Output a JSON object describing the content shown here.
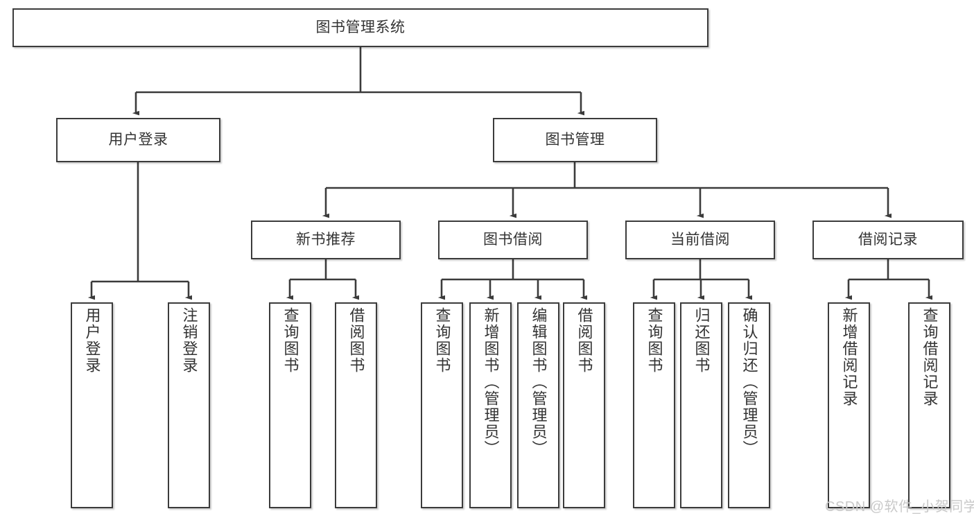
{
  "diagram": {
    "type": "tree-hierarchy-chart",
    "title": "图书管理系统",
    "style": {
      "box_border_color": "#3b3b3b",
      "box_fill_color": "#ffffff",
      "text_color": "#333333",
      "connector_color": "#3b3b3b",
      "background_color": "#ffffff",
      "watermark_color": "#c9c9c9"
    },
    "watermark": "CSDN @软件_小贺同学",
    "levels": [
      {
        "level": 1,
        "nodes": [
          {
            "id": "root",
            "label": "图书管理系统",
            "orientation": "horizontal"
          }
        ]
      },
      {
        "level": 2,
        "nodes": [
          {
            "id": "login",
            "label": "用户登录",
            "orientation": "horizontal",
            "parent": "root"
          },
          {
            "id": "bookmgmt",
            "label": "图书管理",
            "orientation": "horizontal",
            "parent": "root"
          }
        ]
      },
      {
        "level": 3,
        "nodes": [
          {
            "id": "newbook",
            "label": "新书推荐",
            "orientation": "horizontal",
            "parent": "bookmgmt"
          },
          {
            "id": "borrow",
            "label": "图书借阅",
            "orientation": "horizontal",
            "parent": "bookmgmt"
          },
          {
            "id": "current",
            "label": "当前借阅",
            "orientation": "horizontal",
            "parent": "bookmgmt"
          },
          {
            "id": "records",
            "label": "借阅记录",
            "orientation": "horizontal",
            "parent": "bookmgmt"
          }
        ]
      },
      {
        "level": 4,
        "nodes": [
          {
            "id": "leaf1",
            "label": "用户登录",
            "orientation": "vertical",
            "parent": "login"
          },
          {
            "id": "leaf2",
            "label": "注销登录",
            "orientation": "vertical",
            "parent": "login"
          },
          {
            "id": "leaf3",
            "label": "查询图书",
            "orientation": "vertical",
            "parent": "newbook"
          },
          {
            "id": "leaf4",
            "label": "借阅图书",
            "orientation": "vertical",
            "parent": "newbook"
          },
          {
            "id": "leaf5",
            "label": "查询图书",
            "orientation": "vertical",
            "parent": "borrow"
          },
          {
            "id": "leaf6",
            "label": "新增图书（管理员）",
            "orientation": "vertical",
            "parent": "borrow"
          },
          {
            "id": "leaf7",
            "label": "编辑图书（管理员）",
            "orientation": "vertical",
            "parent": "borrow"
          },
          {
            "id": "leaf8",
            "label": "借阅图书",
            "orientation": "vertical",
            "parent": "borrow"
          },
          {
            "id": "leaf9",
            "label": "查询图书",
            "orientation": "vertical",
            "parent": "current"
          },
          {
            "id": "leaf10",
            "label": "归还图书",
            "orientation": "vertical",
            "parent": "current"
          },
          {
            "id": "leaf11",
            "label": "确认归还（管理员）",
            "orientation": "vertical",
            "parent": "current"
          },
          {
            "id": "leaf12",
            "label": "新增借阅记录",
            "orientation": "vertical",
            "parent": "records"
          },
          {
            "id": "leaf13",
            "label": "查询借阅记录",
            "orientation": "vertical",
            "parent": "records"
          }
        ]
      }
    ]
  }
}
